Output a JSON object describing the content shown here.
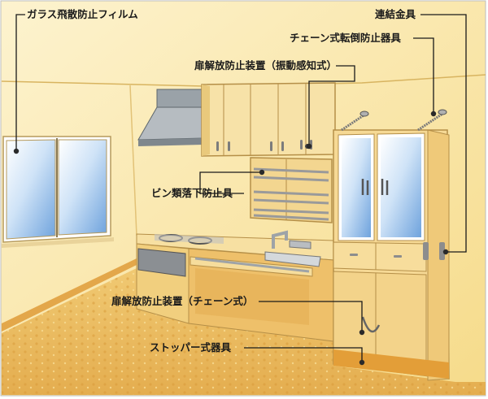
{
  "labels": {
    "glass_film": "ガラス飛散防止フィルム",
    "connector": "連結金具",
    "chain_tip_guard": "チェーン式転倒防止器具",
    "door_latch_quake": "扉解放防止装置（振動感知式）",
    "bin_drop_guard": "ビン類落下防止具",
    "door_latch_chain": "扉解放防止装置（チェーン式）",
    "stopper": "ストッパー式器具"
  },
  "colors": {
    "leader_line": "#1a1a1a",
    "marker": "#2a2a2a",
    "wall": "#f9e7a6",
    "floor": "#eab95a",
    "cabinet": "#f6dd9c",
    "glass": "#9fc6ee",
    "baseboard": "#e7a23c"
  }
}
